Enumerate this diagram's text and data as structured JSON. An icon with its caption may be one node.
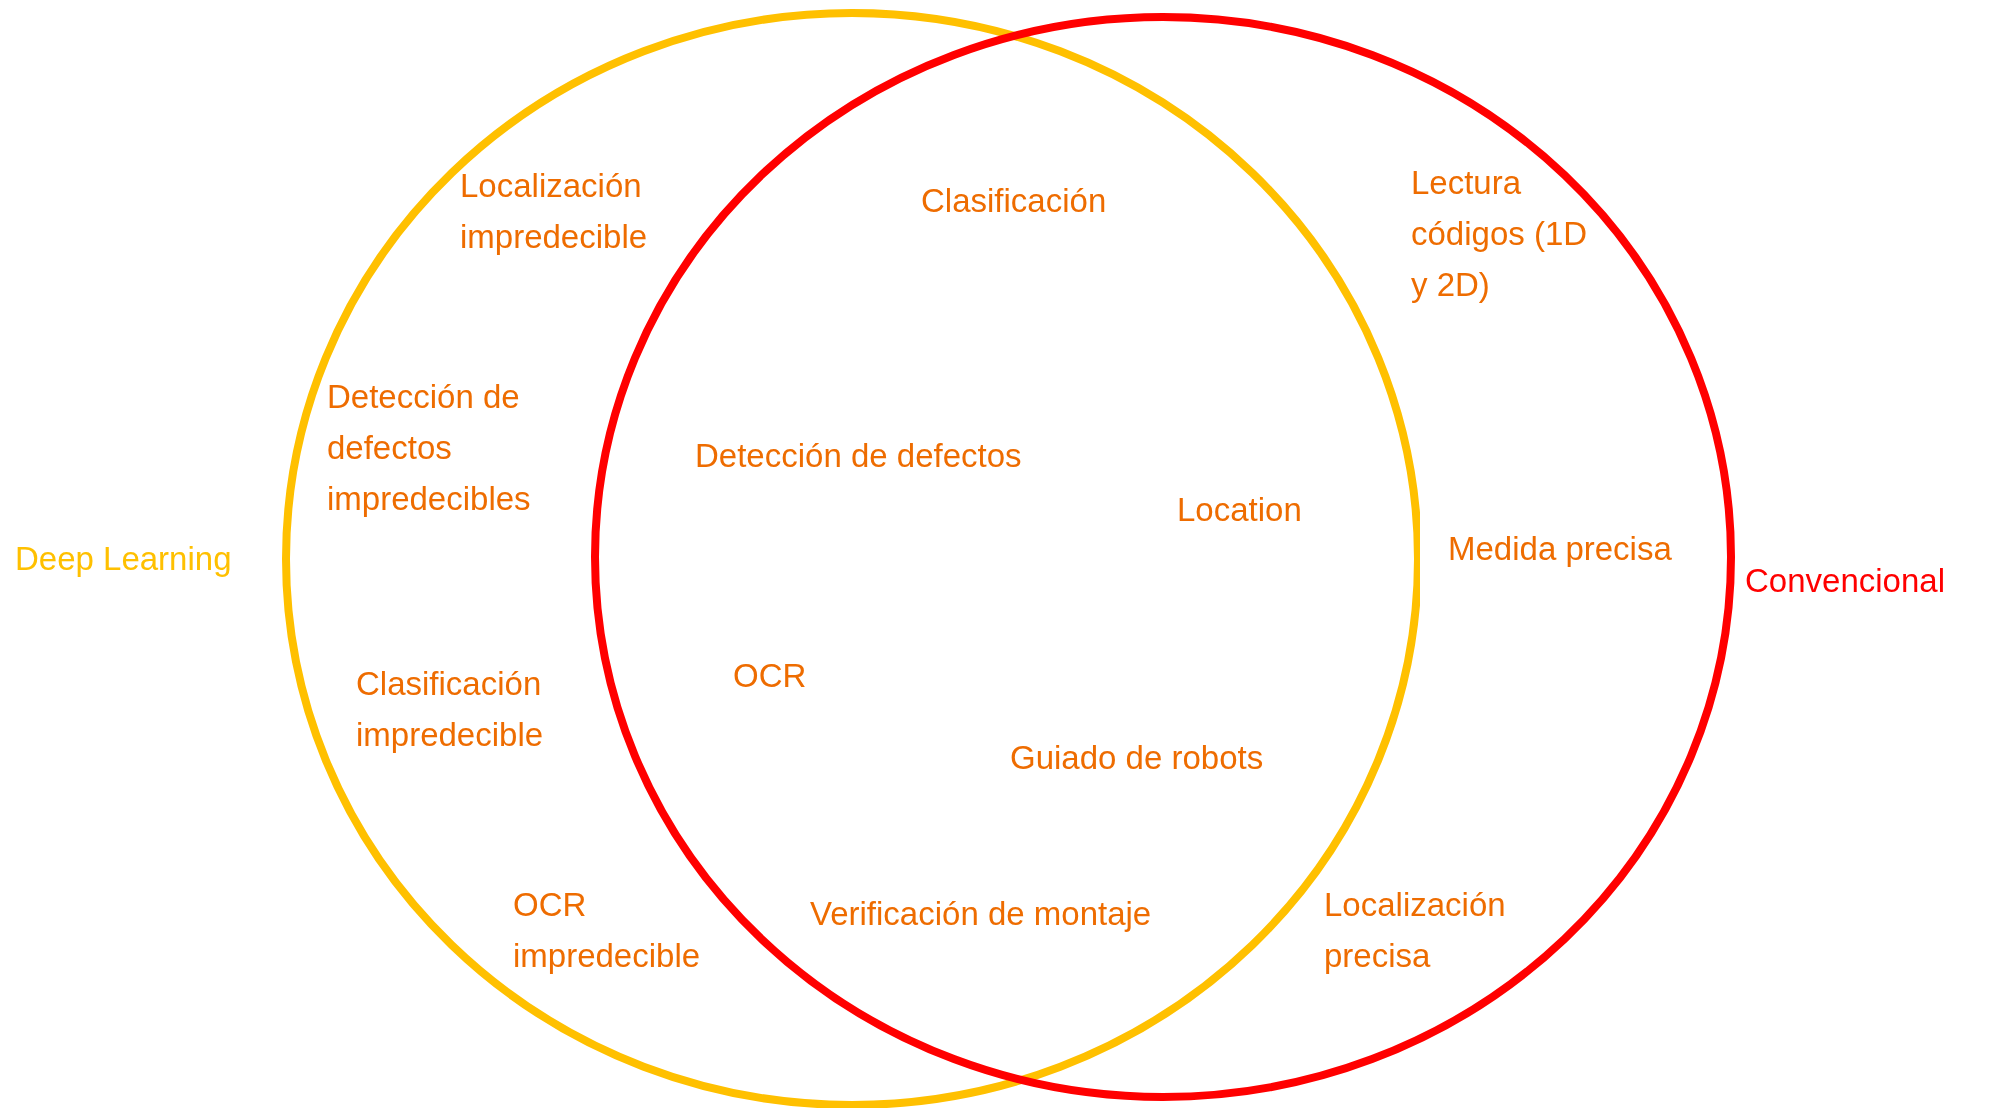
{
  "diagram": {
    "nodes": [
      {
        "text": [
          "Deep Learning"
        ]
      },
      {
        "text": [
          "Convencional"
        ]
      },
      {
        "text": [
          "Localización impredecible"
        ],
        "in": 0
      },
      {
        "text": [
          "Detección de defectos impredecibles"
        ],
        "in": 0
      },
      {
        "text": [
          "Clasificación impredecible"
        ],
        "in": 0
      },
      {
        "text": [
          "OCR impredecible"
        ],
        "in": 0
      },
      {
        "text": [
          "Clasificación"
        ]
      },
      {
        "text": [
          "Detección de defectos"
        ]
      },
      {
        "text": [
          "Location"
        ]
      },
      {
        "text": [
          "OCR"
        ]
      },
      {
        "text": [
          "Guiado de robots"
        ]
      },
      {
        "text": [
          "Verificación de montaje"
        ]
      },
      {
        "text": [
          "Lectura códigos (1D y 2D)"
        ],
        "in": 1
      },
      {
        "text": [
          "Medida precisa"
        ],
        "in": 1
      },
      {
        "text": [
          "Localización precisa"
        ],
        "in": 1
      }
    ]
  }
}
